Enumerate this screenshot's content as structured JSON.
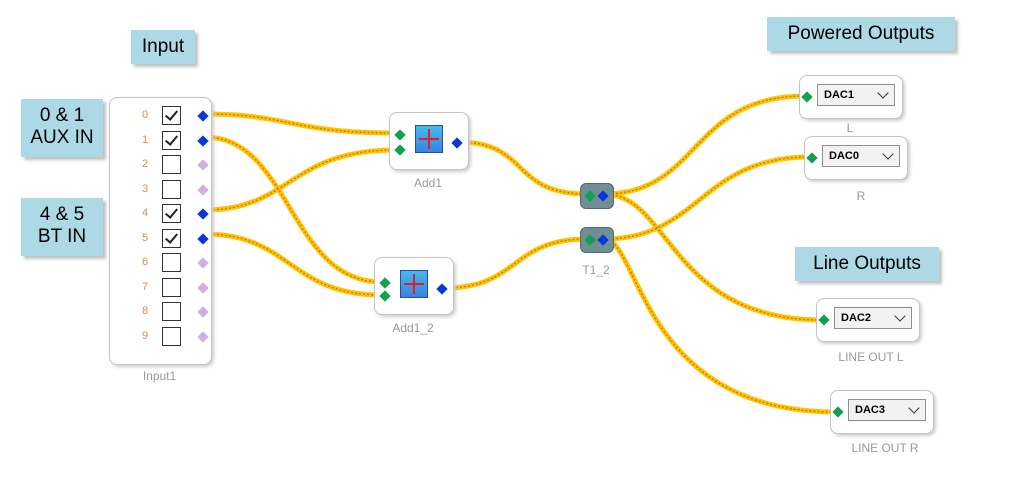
{
  "labels": {
    "input": "Input",
    "aux_line1": "0 & 1",
    "aux_line2": "AUX IN",
    "bt_line1": "4 & 5",
    "bt_line2": "BT IN",
    "powered": "Powered Outputs",
    "line": "Line Outputs"
  },
  "input_block": {
    "caption": "Input1",
    "rows": [
      {
        "num": "0",
        "checked": true
      },
      {
        "num": "1",
        "checked": true
      },
      {
        "num": "2",
        "checked": false
      },
      {
        "num": "3",
        "checked": false
      },
      {
        "num": "4",
        "checked": true
      },
      {
        "num": "5",
        "checked": true
      },
      {
        "num": "6",
        "checked": false
      },
      {
        "num": "7",
        "checked": false
      },
      {
        "num": "8",
        "checked": false
      },
      {
        "num": "9",
        "checked": false
      }
    ]
  },
  "adders": [
    {
      "caption": "Add1"
    },
    {
      "caption": "Add1_2"
    }
  ],
  "t_blocks": [
    {
      "caption": ""
    },
    {
      "caption": "T1_2"
    }
  ],
  "dacs": [
    {
      "value": "DAC1",
      "caption": "L"
    },
    {
      "value": "DAC0",
      "caption": "R"
    },
    {
      "value": "DAC2",
      "caption": "LINE OUT L"
    },
    {
      "value": "DAC3",
      "caption": "LINE OUT R"
    }
  ],
  "colors": {
    "label_bg": "#add8e6",
    "wire": "#ffc400",
    "pin_output": "#0a36d8",
    "pin_input": "#10a050",
    "row_number": "#e08a50"
  }
}
